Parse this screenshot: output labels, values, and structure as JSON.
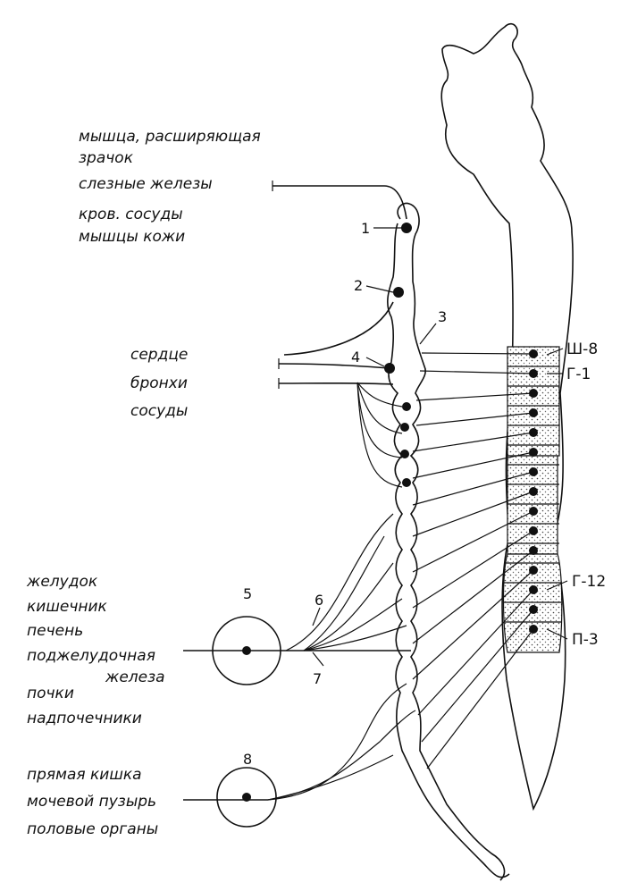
{
  "labels_head": {
    "l1": "мышца, расширяющая",
    "l2": "зрачок",
    "l3": "слезные железы",
    "l4": "кров. сосуды",
    "l5": "мышцы кожи"
  },
  "labels_chest": {
    "l1": "сердце",
    "l2": "бронхи",
    "l3": "сосуды"
  },
  "labels_abdomen": {
    "l1": "желудок",
    "l2": "кишечник",
    "l3": "печень",
    "l4": "поджелудочная",
    "l5": "железа",
    "l6": "почки",
    "l7": "надпочечники"
  },
  "labels_pelvis": {
    "l1": "прямая кишка",
    "l2": "мочевой пузырь",
    "l3": "половые органы"
  },
  "numbers": {
    "n1": "1",
    "n2": "2",
    "n3": "3",
    "n4": "4",
    "n5": "5",
    "n6": "6",
    "n7": "7",
    "n8": "8"
  },
  "segments": {
    "s1": "Ш-8",
    "s2": "Г-1",
    "s3": "Г-12",
    "s4": "П-3"
  }
}
